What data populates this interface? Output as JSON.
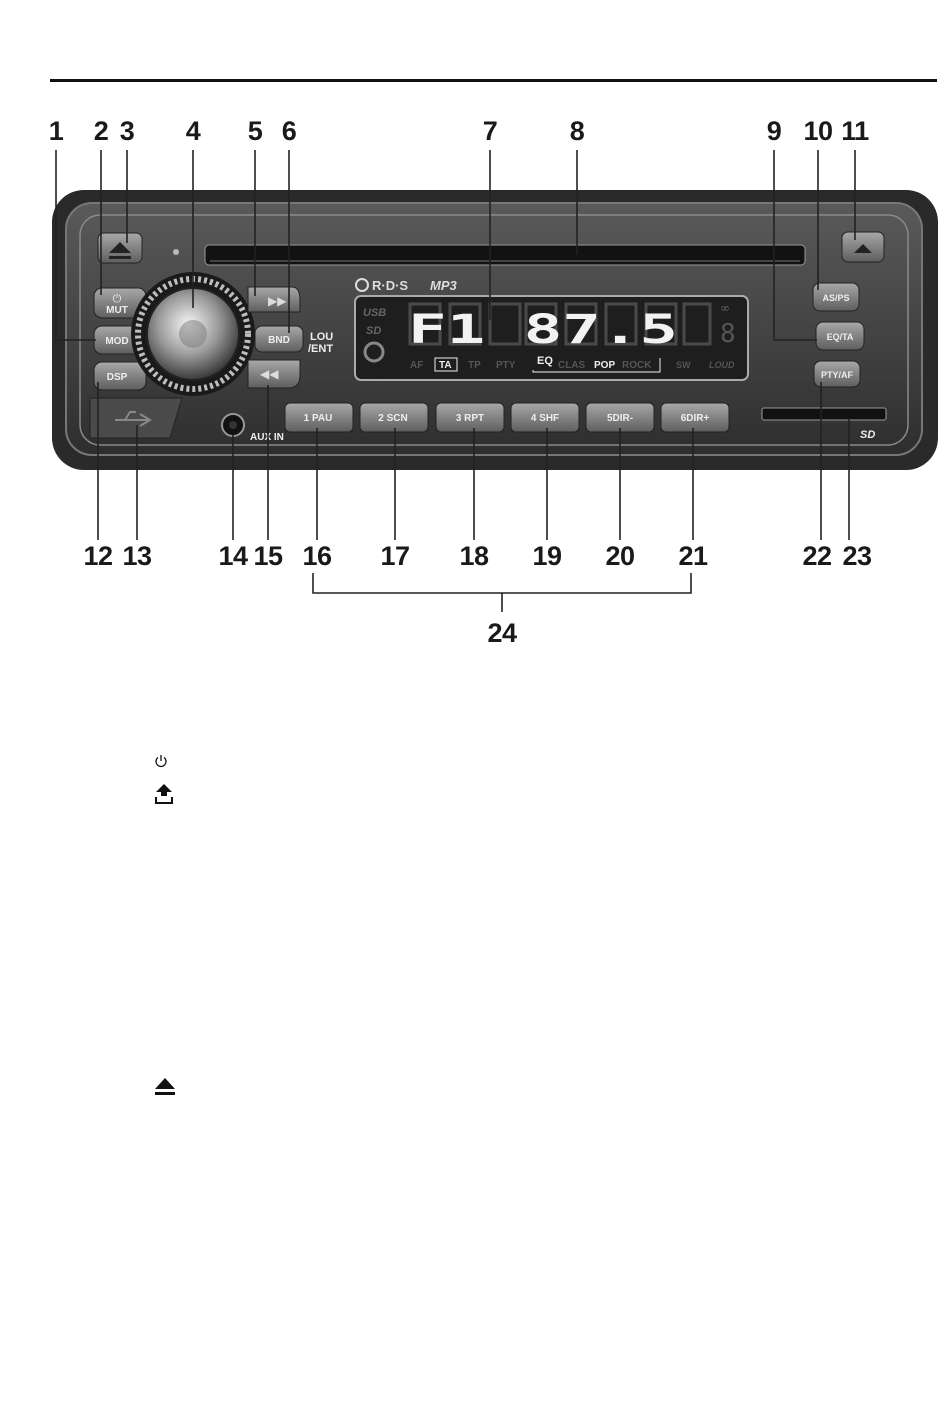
{
  "callouts": {
    "top": [
      "1",
      "2",
      "3",
      "4",
      "5",
      "6",
      "7",
      "8",
      "9",
      "10",
      "11"
    ],
    "bottom": [
      "12",
      "13",
      "14",
      "15",
      "16",
      "17",
      "18",
      "19",
      "20",
      "21",
      "22",
      "23"
    ],
    "group": "24"
  },
  "panel": {
    "left_buttons": [
      "MUT",
      "MOD",
      "DSP"
    ],
    "side_label": [
      "LOU",
      "/ENT"
    ],
    "mid_buttons": [
      "BND"
    ],
    "preset_buttons": [
      "1 PAU",
      "2 SCN",
      "3 RPT",
      "4 SHF",
      "5DIR-",
      "6DIR+"
    ],
    "right_buttons": [
      "AS/PS",
      "EQ/TA",
      "PTY/AF"
    ],
    "aux_label": "AUX IN",
    "sd_label": "SD",
    "logos": {
      "rds": "R·D·S",
      "mp3": "MP3"
    }
  },
  "display": {
    "frequency_text": "F1 87.5",
    "icons": {
      "usb": "USB",
      "sd": "SD"
    },
    "indicators": [
      "AF",
      "TA",
      "TP",
      "PTY"
    ],
    "eq_label": "EQ",
    "eq_modes": [
      "CLAS",
      "POP",
      "ROCK"
    ],
    "extras": [
      "SW",
      "LOUD"
    ]
  },
  "symbols": [
    "power-icon",
    "release-panel-icon",
    "eject-icon"
  ],
  "colors": {
    "faceplate": "#3a3a3a",
    "display_bg": "#1e1e1e",
    "segment": "#f2f2f2",
    "segment_dim": "#555555"
  }
}
